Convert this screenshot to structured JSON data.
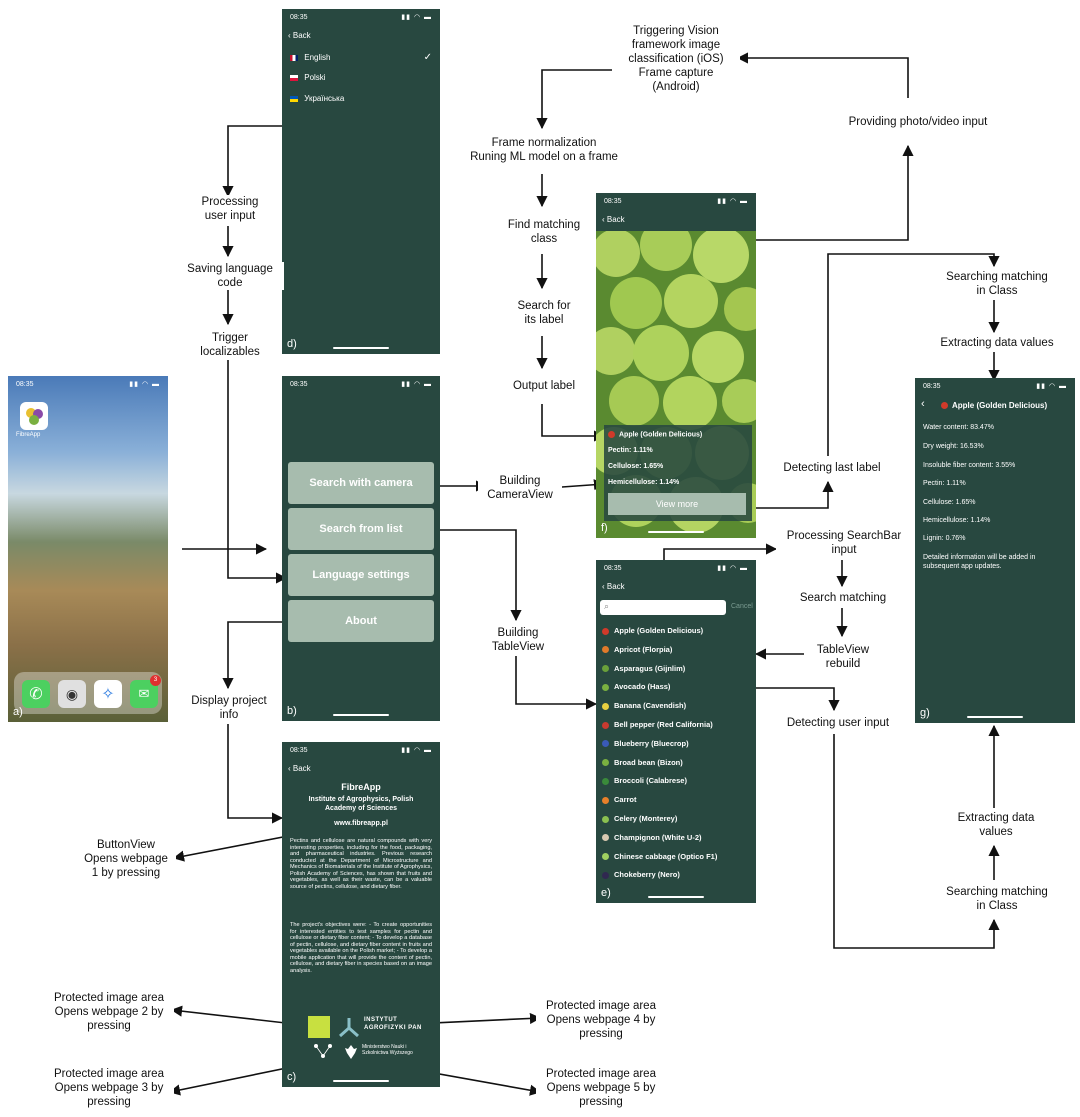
{
  "panel_tags": {
    "a": "a)",
    "b": "b)",
    "c": "c)",
    "d": "d)",
    "e": "e)",
    "f": "f)",
    "g": "g)"
  },
  "status_time": "08:35",
  "back_label": "Back",
  "home_screen": {
    "app_label": "FibreApp",
    "time": "08:35",
    "badge": "3"
  },
  "language_screen": {
    "items": [
      {
        "label": "English",
        "selected": true
      },
      {
        "label": "Polski",
        "selected": false
      },
      {
        "label": "Українська",
        "selected": false
      }
    ]
  },
  "menu_screen": {
    "buttons": [
      "Search with camera",
      "Search from list",
      "Language settings",
      "About"
    ]
  },
  "camera_screen": {
    "result_title": "Apple (Golden Delicious)",
    "rows": [
      "Pectin: 1.11%",
      "Cellulose: 1.65%",
      "Hemicellulose: 1.14%"
    ],
    "view_more": "View more"
  },
  "list_screen": {
    "cancel": "Cancel",
    "items": [
      {
        "label": "Apple (Golden Delicious)",
        "color": "#d03a2a"
      },
      {
        "label": "Apricot (Florpia)",
        "color": "#e07a2a"
      },
      {
        "label": "Asparagus (Gijnlim)",
        "color": "#6aa03a"
      },
      {
        "label": "Avocado (Hass)",
        "color": "#7ab040"
      },
      {
        "label": "Banana (Cavendish)",
        "color": "#e8d040"
      },
      {
        "label": "Bell pepper (Red California)",
        "color": "#c83a30"
      },
      {
        "label": "Blueberry (Bluecrop)",
        "color": "#3a5ab8"
      },
      {
        "label": "Broad bean (Bizon)",
        "color": "#7ab040"
      },
      {
        "label": "Broccoli (Calabrese)",
        "color": "#3a8a3a"
      },
      {
        "label": "Carrot",
        "color": "#e8802a"
      },
      {
        "label": "Celery (Monterey)",
        "color": "#8ac050"
      },
      {
        "label": "Champignon (White U-2)",
        "color": "#d8c8b0"
      },
      {
        "label": "Chinese cabbage (Optico F1)",
        "color": "#a0d060"
      },
      {
        "label": "Chokeberry (Nero)",
        "color": "#302850"
      }
    ]
  },
  "detail_screen": {
    "title": "Apple (Golden Delicious)",
    "rows": [
      "Water content: 83.47%",
      "Dry weight: 16.53%",
      "Insoluble fiber content: 3.55%",
      "Pectin: 1.11%",
      "Cellulose: 1.65%",
      "Hemicellulose: 1.14%",
      "Lignin: 0.76%"
    ],
    "note": "Detailed information will be added in subsequent app updates."
  },
  "about_screen": {
    "title": "FibreApp",
    "institute": "Institute of Agrophysics, Polish Academy of Sciences",
    "url": "www.fibreapp.pl",
    "body": "Pectins and cellulose are natural compounds with very interesting properties, including for the food, packaging, and pharmaceutical industries. Previous research conducted at the Department of Microstructure and Mechanics of Biomaterials of the Institute of Agrophysics, Polish Academy of Sciences, has shown that fruits and vegetables, as well as their waste, can be a valuable source of pectins, cellulose, and dietary fiber.",
    "objectives": "The project's objectives were: - To create opportunities for interested entities to test samples for pectin and cellulose or dietary fiber content; - To develop a database of pectin, cellulose, and dietary fiber content in fruits and vegetables available on the Polish market; - To develop a mobile application that will provide the content of pectin, cellulose, and dietary fiber in species based on an image analysis.",
    "logo_text_1": "INSTYTUT AGROFIZYKI PAN",
    "logo_text_2": "Ministerstwo Nauki i Szkolnictwa Wyższego"
  },
  "labels": {
    "processing_input": "Processing\nuser input",
    "saving_code": "Saving language\ncode",
    "trigger_localizables": "Trigger\nlocalizables",
    "display_info": "Display project\ninfo",
    "button_view": "ButtonView\nOpens webpage\n1 by pressing",
    "protected_2": "Protected image area\nOpens webpage 2 by\npressing",
    "protected_3": "Protected image area\nOpens webpage 3 by\npressing",
    "protected_4": "Protected image area\nOpens webpage 4 by\npressing",
    "protected_5": "Protected image area\nOpens webpage 5 by\npressing",
    "triggering_vision": "Triggering Vision\nframework image\nclassification (iOS)\nFrame capture\n(Android)",
    "providing_input": "Providing photo/video input",
    "frame_norm": "Frame normalization\nRuning ML model on a frame",
    "find_class": "Find matching\nclass",
    "search_label": "Search for\nits label",
    "output_label": "Output label",
    "building_camera": "Building\nCameraView",
    "detecting_last": "Detecting last label",
    "searching_class_top": "Searching matching\nin Class",
    "extracting_top": "Extracting data values",
    "processing_searchbar": "Processing SearchBar\ninput",
    "search_matching": "Search matching",
    "tableview_rebuild": "TableView\nrebuild",
    "building_table": "Building\nTableView",
    "detecting_user": "Detecting user input",
    "extracting_bottom": "Extracting data\nvalues",
    "searching_class_bottom": "Searching matching\nin Class"
  }
}
